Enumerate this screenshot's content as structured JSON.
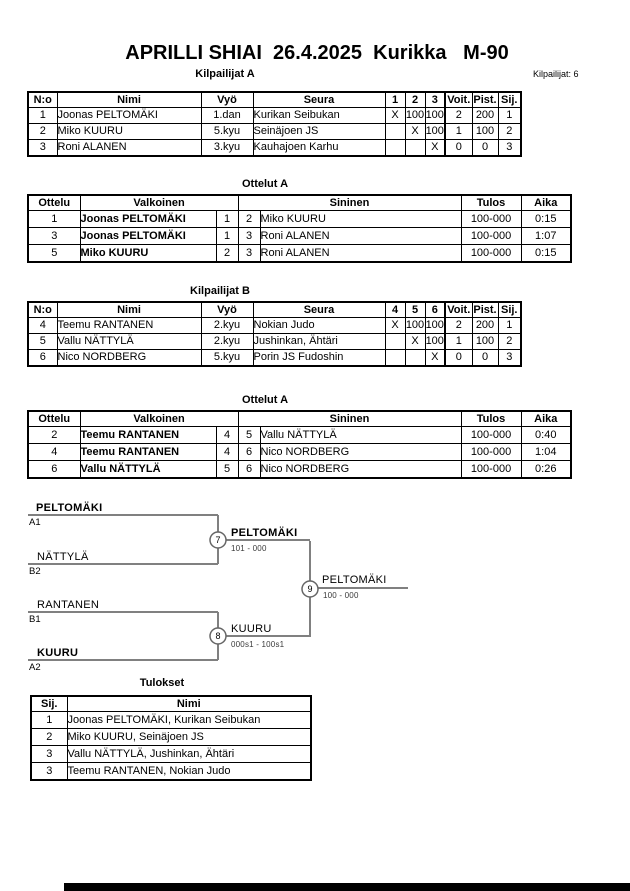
{
  "header": {
    "title": "APRILLI SHIAI  26.4.2025  Kurikka   M-90",
    "participants_label": "Kilpailijat: 6"
  },
  "competitors_a": {
    "heading": "Kilpailijat A",
    "columns": {
      "no": "N:o",
      "name": "Nimi",
      "belt": "Vyö",
      "club": "Seura",
      "m1": "1",
      "m2": "2",
      "m3": "3",
      "wins": "Voit.",
      "points": "Pist.",
      "place": "Sij."
    },
    "rows": [
      {
        "no": "1",
        "name": "Joonas PELTOMÄKI",
        "belt": "1.dan",
        "club": "Kurikan Seibukan",
        "m1": "X",
        "m2": "100",
        "m3": "100",
        "wins": "2",
        "points": "200",
        "place": "1"
      },
      {
        "no": "2",
        "name": "Miko KUURU",
        "belt": "5.kyu",
        "club": "Seinäjoen JS",
        "m1": "",
        "m2": "X",
        "m3": "100",
        "wins": "1",
        "points": "100",
        "place": "2"
      },
      {
        "no": "3",
        "name": "Roni ALANEN",
        "belt": "3.kyu",
        "club": "Kauhajoen Karhu",
        "m1": "",
        "m2": "",
        "m3": "X",
        "wins": "0",
        "points": "0",
        "place": "3"
      }
    ]
  },
  "matches_a": {
    "heading": "Ottelut A",
    "columns": {
      "match": "Ottelu",
      "white": "Valkoinen",
      "blue": "Sininen",
      "result": "Tulos",
      "time": "Aika"
    },
    "rows": [
      {
        "match": "1",
        "white": "Joonas PELTOMÄKI",
        "wno": "1",
        "bno": "2",
        "blue": "Miko KUURU",
        "result": "100-000",
        "time": "0:15"
      },
      {
        "match": "3",
        "white": "Joonas PELTOMÄKI",
        "wno": "1",
        "bno": "3",
        "blue": "Roni ALANEN",
        "result": "100-000",
        "time": "1:07"
      },
      {
        "match": "5",
        "white": "Miko KUURU",
        "wno": "2",
        "bno": "3",
        "blue": "Roni ALANEN",
        "result": "100-000",
        "time": "0:15"
      }
    ]
  },
  "competitors_b": {
    "heading": "Kilpailijat B",
    "columns": {
      "no": "N:o",
      "name": "Nimi",
      "belt": "Vyö",
      "club": "Seura",
      "m1": "4",
      "m2": "5",
      "m3": "6",
      "wins": "Voit.",
      "points": "Pist.",
      "place": "Sij."
    },
    "rows": [
      {
        "no": "4",
        "name": "Teemu RANTANEN",
        "belt": "2.kyu",
        "club": "Nokian Judo",
        "m1": "X",
        "m2": "100",
        "m3": "100",
        "wins": "2",
        "points": "200",
        "place": "1"
      },
      {
        "no": "5",
        "name": "Vallu NÄTTYLÄ",
        "belt": "2.kyu",
        "club": "Jushinkan, Ähtäri",
        "m1": "",
        "m2": "X",
        "m3": "100",
        "wins": "1",
        "points": "100",
        "place": "2"
      },
      {
        "no": "6",
        "name": "Nico NORDBERG",
        "belt": "5.kyu",
        "club": "Porin JS Fudoshin",
        "m1": "",
        "m2": "",
        "m3": "X",
        "wins": "0",
        "points": "0",
        "place": "3"
      }
    ]
  },
  "matches_b": {
    "heading": "Ottelut A",
    "columns": {
      "match": "Ottelu",
      "white": "Valkoinen",
      "blue": "Sininen",
      "result": "Tulos",
      "time": "Aika"
    },
    "rows": [
      {
        "match": "2",
        "white": "Teemu RANTANEN",
        "wno": "4",
        "bno": "5",
        "blue": "Vallu NÄTTYLÄ",
        "result": "100-000",
        "time": "0:40"
      },
      {
        "match": "4",
        "white": "Teemu RANTANEN",
        "wno": "4",
        "bno": "6",
        "blue": "Nico NORDBERG",
        "result": "100-000",
        "time": "1:04"
      },
      {
        "match": "6",
        "white": "Vallu NÄTTYLÄ",
        "wno": "5",
        "bno": "6",
        "blue": "Nico NORDBERG",
        "result": "100-000",
        "time": "0:26"
      }
    ]
  },
  "bracket": {
    "slots": [
      {
        "name": "PELTOMÄKI",
        "seed": "A1"
      },
      {
        "name": "NÄTTYLÄ",
        "seed": "B2"
      },
      {
        "name": "RANTANEN",
        "seed": "B1"
      },
      {
        "name": "KUURU",
        "seed": "A2"
      }
    ],
    "matches": [
      {
        "number": "7",
        "winner": "PELTOMÄKI",
        "score": "101 - 000"
      },
      {
        "number": "8",
        "winner": "KUURU",
        "score": "000s1 - 100s1"
      },
      {
        "number": "9",
        "winner": "PELTOMÄKI",
        "score": "100 - 000"
      }
    ]
  },
  "results": {
    "heading": "Tulokset",
    "columns": {
      "place": "Sij.",
      "name": "Nimi"
    },
    "rows": [
      {
        "place": "1",
        "name": "Joonas PELTOMÄKI, Kurikan Seibukan"
      },
      {
        "place": "2",
        "name": "Miko KUURU, Seinäjoen JS"
      },
      {
        "place": "3",
        "name": "Vallu NÄTTYLÄ, Jushinkan, Ähtäri"
      },
      {
        "place": "3",
        "name": "Teemu RANTANEN, Nokian Judo"
      }
    ]
  }
}
